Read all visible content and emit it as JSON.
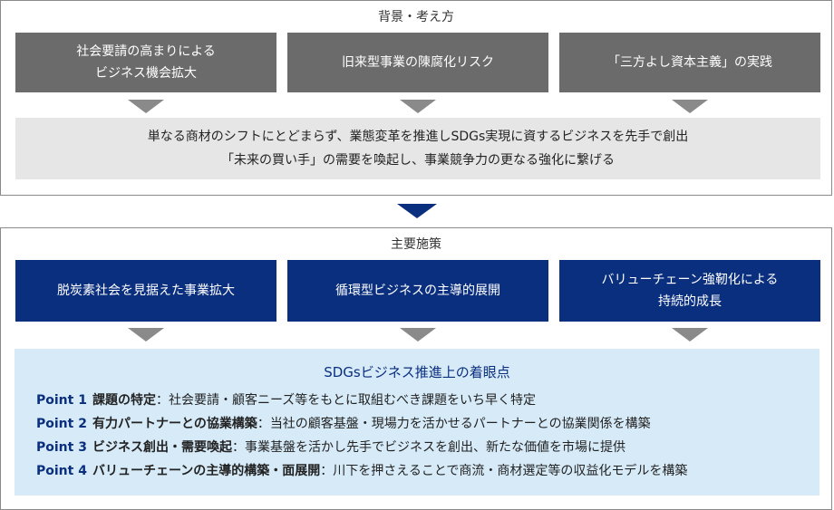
{
  "background": {
    "title": "背景・考え方",
    "boxes": [
      {
        "line1": "社会要請の高まりによる",
        "line2": "ビジネス機会拡大"
      },
      {
        "line1": "旧来型事業の陳腐化リスク",
        "line2": ""
      },
      {
        "line1": "「三方よし資本主義」の実践",
        "line2": ""
      }
    ],
    "summary": {
      "line1": "単なる商材のシフトにとどまらず、業態変革を推進しSDGs実現に資するビジネスを先手で創出",
      "line2": "「未来の買い手」の需要を喚起し、事業競争力の更なる強化に繋げる"
    }
  },
  "measures": {
    "title": "主要施策",
    "boxes": [
      {
        "line1": "脱炭素社会を見据えた事業拡大",
        "line2": ""
      },
      {
        "line1": "循環型ビジネスの主導的展開",
        "line2": ""
      },
      {
        "line1": "バリューチェーン強靭化による",
        "line2": "持続的成長"
      }
    ],
    "points_title": "SDGsビジネス推進上の着眼点",
    "points": [
      {
        "label": "Point 1",
        "head": "課題の特定",
        "sep": "：",
        "text": "社会要請・顧客ニーズ等をもとに取組むべき課題をいち早く特定"
      },
      {
        "label": "Point 2",
        "head": "有力パートナーとの協業構築",
        "sep": "：",
        "text": "当社の顧客基盤・現場力を活かせるパートナーとの協業関係を構築"
      },
      {
        "label": "Point 3",
        "head": "ビジネス創出・需要喚起",
        "sep": "：",
        "text": "事業基盤を活かし先手でビジネスを創出、新たな価値を市場に提供"
      },
      {
        "label": "Point 4",
        "head": "バリューチェーンの主導的構築・面展開",
        "sep": "：",
        "text": "川下を押さえることで商流・商材選定等の収益化モデルを構築"
      }
    ]
  },
  "colors": {
    "navy": "#0b2f7f",
    "gray": "#6b6b6b",
    "light_blue": "#d6eaf8",
    "light_gray": "#e6e6e6"
  }
}
